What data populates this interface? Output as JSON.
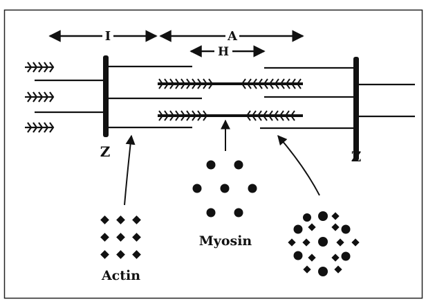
{
  "labels": {
    "i_band": "I",
    "a_band": "A",
    "h_zone": "H",
    "z_left": "Z",
    "z_right": "Z",
    "actin": "Actin",
    "myosin": "Myosin"
  },
  "colors": {
    "ink": "#111111",
    "frame": "#222222",
    "background": "#ffffff"
  }
}
